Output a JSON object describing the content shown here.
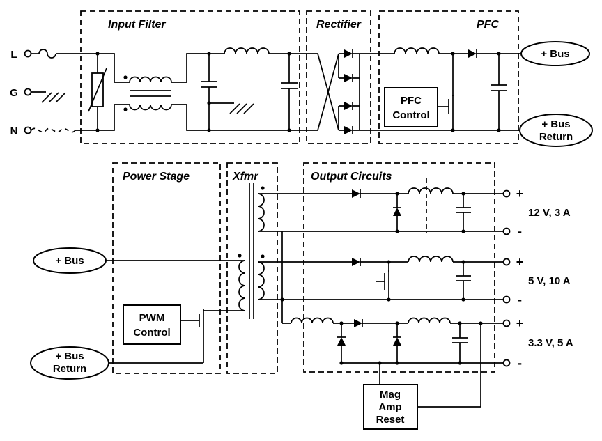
{
  "titles": {
    "input_filter": "Input Filter",
    "rectifier": "Rectifier",
    "pfc": "PFC",
    "power_stage": "Power Stage",
    "xfmr": "Xfmr",
    "output_circuits": "Output Circuits"
  },
  "control_blocks": {
    "pfc_control": [
      "PFC",
      "Control"
    ],
    "pwm_control": [
      "PWM",
      "Control"
    ],
    "mag_amp_reset": [
      "Mag",
      "Amp",
      "Reset"
    ]
  },
  "terminals": {
    "line": "L",
    "ground": "G",
    "neutral": "N"
  },
  "ovals": {
    "bus_out": "+ Bus",
    "bus_return_out": [
      "+ Bus",
      "Return"
    ],
    "bus_in": "+ Bus",
    "bus_return_in": [
      "+ Bus",
      "Return"
    ]
  },
  "outputs": [
    {
      "label": "12 V, 3 A",
      "plus": "+",
      "minus": "-"
    },
    {
      "label": "5 V, 10 A",
      "plus": "+",
      "minus": "-"
    },
    {
      "label": "3.3 V, 5 A",
      "plus": "+",
      "minus": "-"
    }
  ],
  "colors": {
    "line": "#000000",
    "background": "#ffffff"
  }
}
